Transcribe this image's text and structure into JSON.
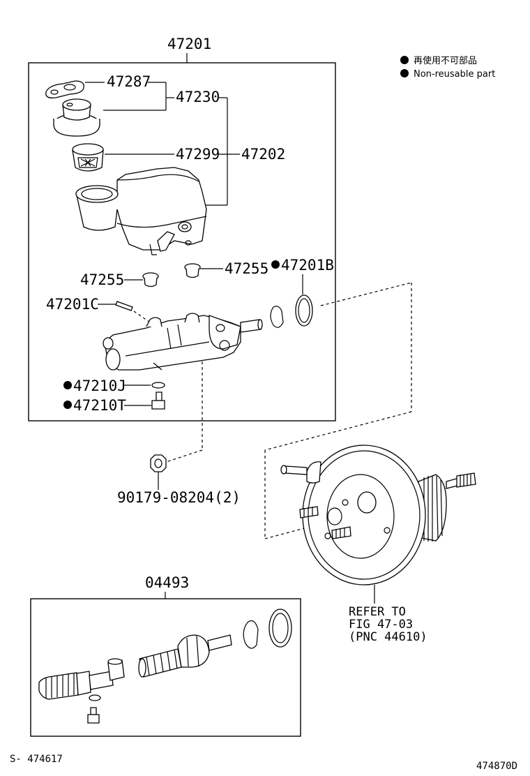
{
  "legend": {
    "line1": "再使用不可部品",
    "line2": "Non-reusable part"
  },
  "labels": {
    "assy_47201": "47201",
    "gasket_47287": "47287",
    "cap_47230": "47230",
    "strainer_47299": "47299",
    "reservoir_47202": "47202",
    "grommet_47255_left": "47255",
    "grommet_47255_right": "47255",
    "seal_47201B": "47201B",
    "pin_47201C": "47201C",
    "washer_47210J": "47210J",
    "bleeder_47210T": "47210T",
    "nut_90179": "90179-08204(2)",
    "kit_04493": "04493",
    "refer_line1": "REFER TO",
    "refer_line2": "FIG 47-03",
    "refer_line3": "(PNC 44610)"
  },
  "footer": {
    "left_code": "S- 474617",
    "right_code": "474870D"
  }
}
